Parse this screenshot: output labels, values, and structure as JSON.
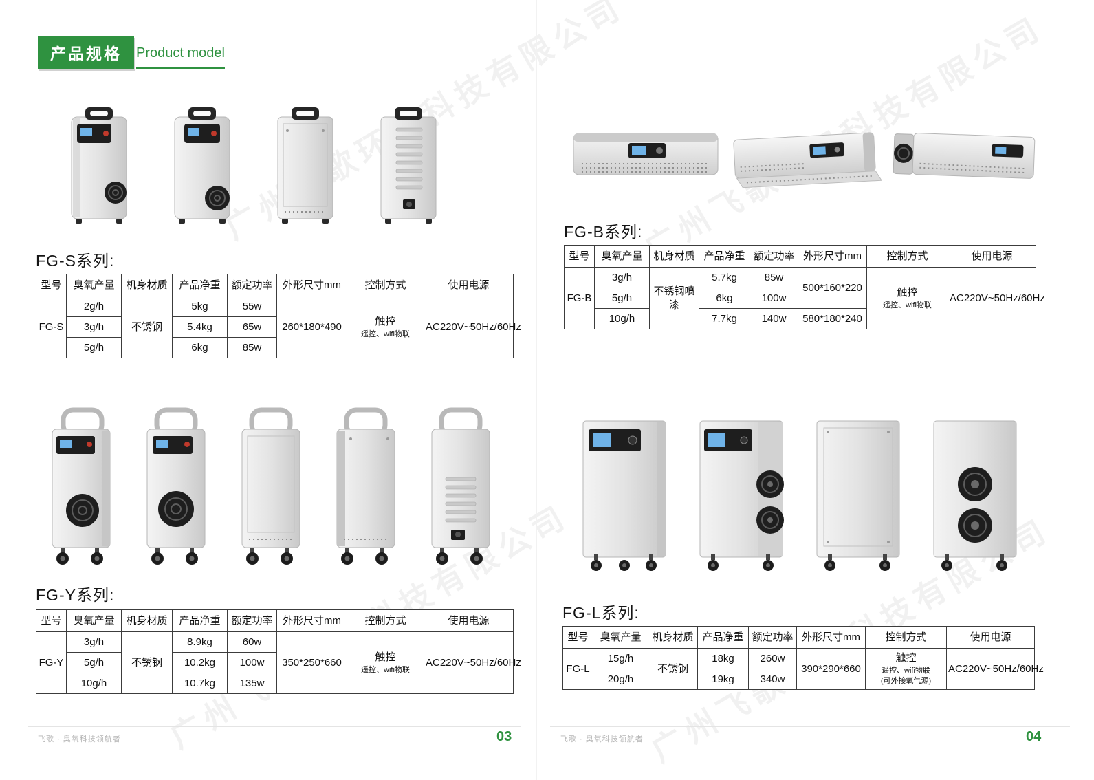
{
  "header": {
    "badge": "产品规格",
    "subtitle": "Product model"
  },
  "accent_color": "#2f9240",
  "watermark_text": "广州飞歌环保科技有限公司",
  "footer": {
    "tagline": "飞歌 · 臭氧科技领航者",
    "page_left": "03",
    "page_right": "04"
  },
  "table_headers": [
    "型号",
    "臭氧产量",
    "机身材质",
    "产品净重",
    "额定功率",
    "外形尺寸mm",
    "控制方式",
    "使用电源"
  ],
  "series": {
    "fgs": {
      "title": "FG-S系列:",
      "model": "FG-S",
      "material": "不锈钢",
      "rows": [
        {
          "ozone": "2g/h",
          "weight": "5kg",
          "power": "55w"
        },
        {
          "ozone": "3g/h",
          "weight": "5.4kg",
          "power": "65w"
        },
        {
          "ozone": "5g/h",
          "weight": "6kg",
          "power": "85w"
        }
      ],
      "size": "260*180*490",
      "control": [
        "触控",
        "遥控、wifi物联"
      ],
      "supply": "AC220V~50Hz/60Hz"
    },
    "fgb": {
      "title": "FG-B系列:",
      "model": "FG-B",
      "material": "不锈钢喷漆",
      "rows": [
        {
          "ozone": "3g/h",
          "weight": "5.7kg",
          "power": "85w"
        },
        {
          "ozone": "5g/h",
          "weight": "6kg",
          "power": "100w"
        },
        {
          "ozone": "10g/h",
          "weight": "7.7kg",
          "power": "140w"
        }
      ],
      "size1": "500*160*220",
      "size2": "580*180*240",
      "control": [
        "触控",
        "遥控、wifi物联"
      ],
      "supply": "AC220V~50Hz/60Hz"
    },
    "fgy": {
      "title": "FG-Y系列:",
      "model": "FG-Y",
      "material": "不锈钢",
      "rows": [
        {
          "ozone": "3g/h",
          "weight": "8.9kg",
          "power": "60w"
        },
        {
          "ozone": "5g/h",
          "weight": "10.2kg",
          "power": "100w"
        },
        {
          "ozone": "10g/h",
          "weight": "10.7kg",
          "power": "135w"
        }
      ],
      "size": "350*250*660",
      "control": [
        "触控",
        "遥控、wifi物联"
      ],
      "supply": "AC220V~50Hz/60Hz"
    },
    "fgl": {
      "title": "FG-L系列:",
      "model": "FG-L",
      "material": "不锈钢",
      "rows": [
        {
          "ozone": "15g/h",
          "weight": "18kg",
          "power": "260w"
        },
        {
          "ozone": "20g/h",
          "weight": "19kg",
          "power": "340w"
        }
      ],
      "size": "390*290*660",
      "control": [
        "触控",
        "遥控、wifi物联",
        "(可外接氧气源)"
      ],
      "supply": "AC220V~50Hz/60Hz"
    }
  }
}
